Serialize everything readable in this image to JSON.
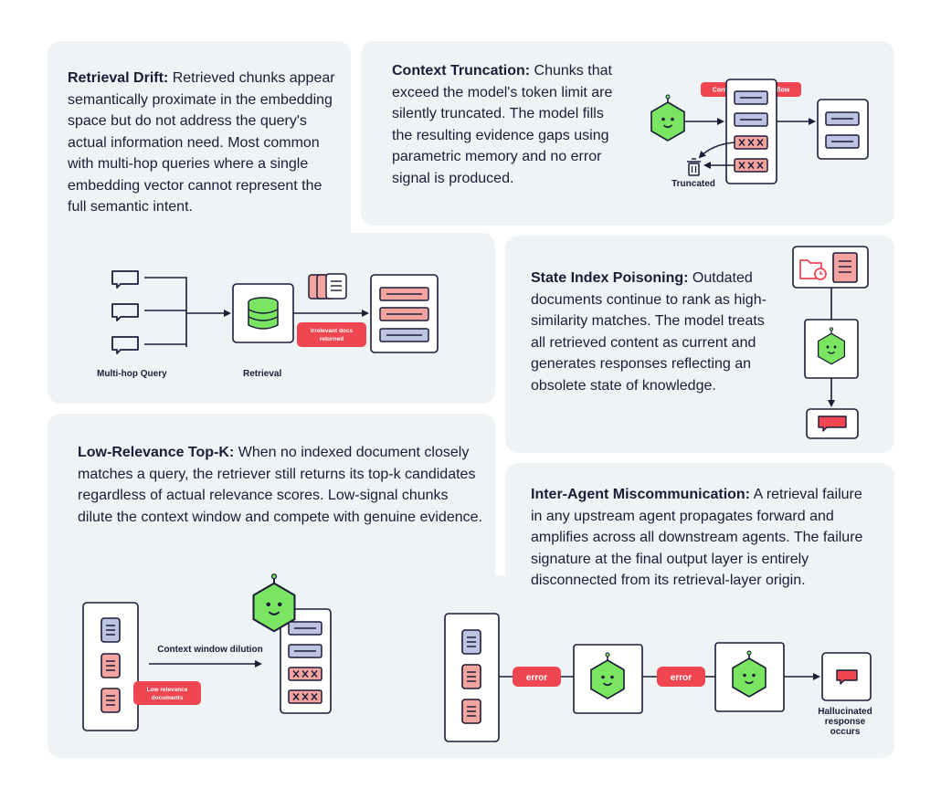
{
  "colors": {
    "panel": "#eef3f6",
    "navy": "#1b1c38",
    "red": "#ef4651",
    "salmon": "#f4a39f",
    "lavender": "#bcc4e3",
    "green": "#79e561"
  },
  "icons": [
    "chat-bubble-icon",
    "database-icon",
    "document-icon",
    "robot-face-icon",
    "trash-icon",
    "folder-clock-icon"
  ],
  "retrieval_drift": {
    "title": "Retrieval Drift:",
    "body": " Retrieved chunks appear semantically proximate in the embedding space but do not address the query's actual information need. Most common with multi-hop queries where a single embedding vector cannot represent the full semantic intent.",
    "label_query": "Multi-hop Query",
    "label_retrieval": "Retrieval",
    "badge_line1": "Irrelevant docs",
    "badge_line2": "returned"
  },
  "context_truncation": {
    "title": "Context Truncation:",
    "body": " Chunks that exceed the model's token limit are silently truncated. The model fills the resulting evidence gaps using parametric memory and no error signal is produced.",
    "badge": "Context window overflow",
    "label_truncated": "Truncated"
  },
  "state_index": {
    "title": "State Index Poisoning:",
    "body": " Outdated documents continue to rank as high-similarity matches. The model treats all retrieved content as current and generates responses reflecting an obsolete state of knowledge."
  },
  "low_relevance": {
    "title": "Low-Relevance Top-K:",
    "body": " When no indexed document closely matches a query, the retriever still returns its top-k candidates regardless of actual relevance scores. Low-signal chunks dilute the context window and compete with genuine evidence.",
    "label_dilution": "Context window dilution",
    "badge_line1": "Low relevance",
    "badge_line2": "documents"
  },
  "inter_agent": {
    "title": "Inter-Agent Miscommunication:",
    "body": " A retrieval failure in any upstream agent propagates forward and amplifies across all downstream agents. The failure signature at the final output layer is entirely disconnected from its retrieval-layer origin.",
    "error1": "error",
    "error2": "error",
    "result_line1": "Hallucinated",
    "result_line2": "response",
    "result_line3": "occurs"
  }
}
